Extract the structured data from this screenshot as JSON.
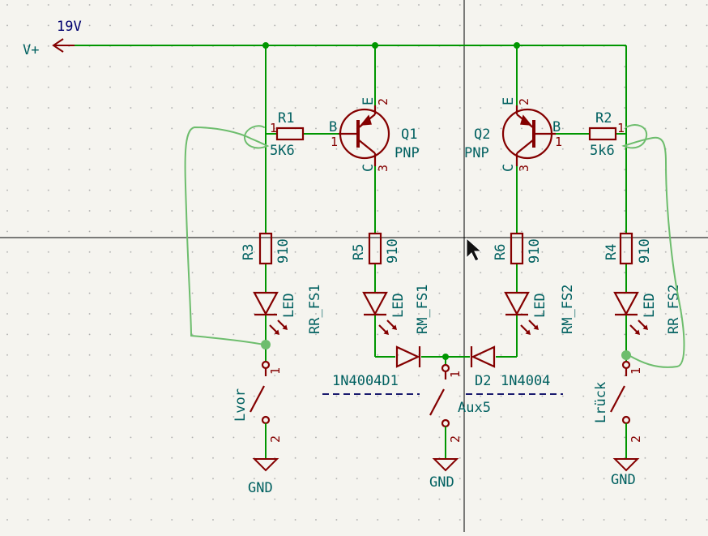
{
  "net": {
    "supply_value": "19V",
    "supply_name": "V+"
  },
  "components": {
    "R1": {
      "ref": "R1",
      "value": "5K6",
      "pin1": "1"
    },
    "R2": {
      "ref": "R2",
      "value": "5k6",
      "pin1": "1"
    },
    "R3": {
      "ref": "R3",
      "value": "910"
    },
    "R4": {
      "ref": "R4",
      "value": "910"
    },
    "R5": {
      "ref": "R5",
      "value": "910"
    },
    "R6": {
      "ref": "R6",
      "value": "910"
    },
    "Q1": {
      "ref": "Q1",
      "type": "PNP",
      "pin_e": "E",
      "pin_b": "B",
      "pin_c": "C",
      "num_e": "2",
      "num_b": "1",
      "num_c": "3"
    },
    "Q2": {
      "ref": "Q2",
      "type": "PNP",
      "pin_e": "E",
      "pin_b": "B",
      "pin_c": "C",
      "num_e": "2",
      "num_b": "1",
      "num_c": "3"
    },
    "LED1": {
      "type": "LED",
      "ref": "RR_FS1"
    },
    "LED2": {
      "type": "LED",
      "ref": "RM_FS1"
    },
    "LED3": {
      "type": "LED",
      "ref": "RM_FS2"
    },
    "LED4": {
      "type": "LED",
      "ref": "RR_FS2"
    },
    "D1": {
      "label": "1N4004D1"
    },
    "D2": {
      "ref": "D2",
      "value": "1N4004"
    },
    "SW1": {
      "ref": "Lvor",
      "pin1": "1",
      "pin2": "2"
    },
    "SW2": {
      "ref": "Aux5",
      "pin1": "1",
      "pin2": "2"
    },
    "SW3": {
      "ref": "Lrück",
      "pin1": "1",
      "pin2": "2"
    },
    "GND": {
      "label": "GND"
    }
  }
}
